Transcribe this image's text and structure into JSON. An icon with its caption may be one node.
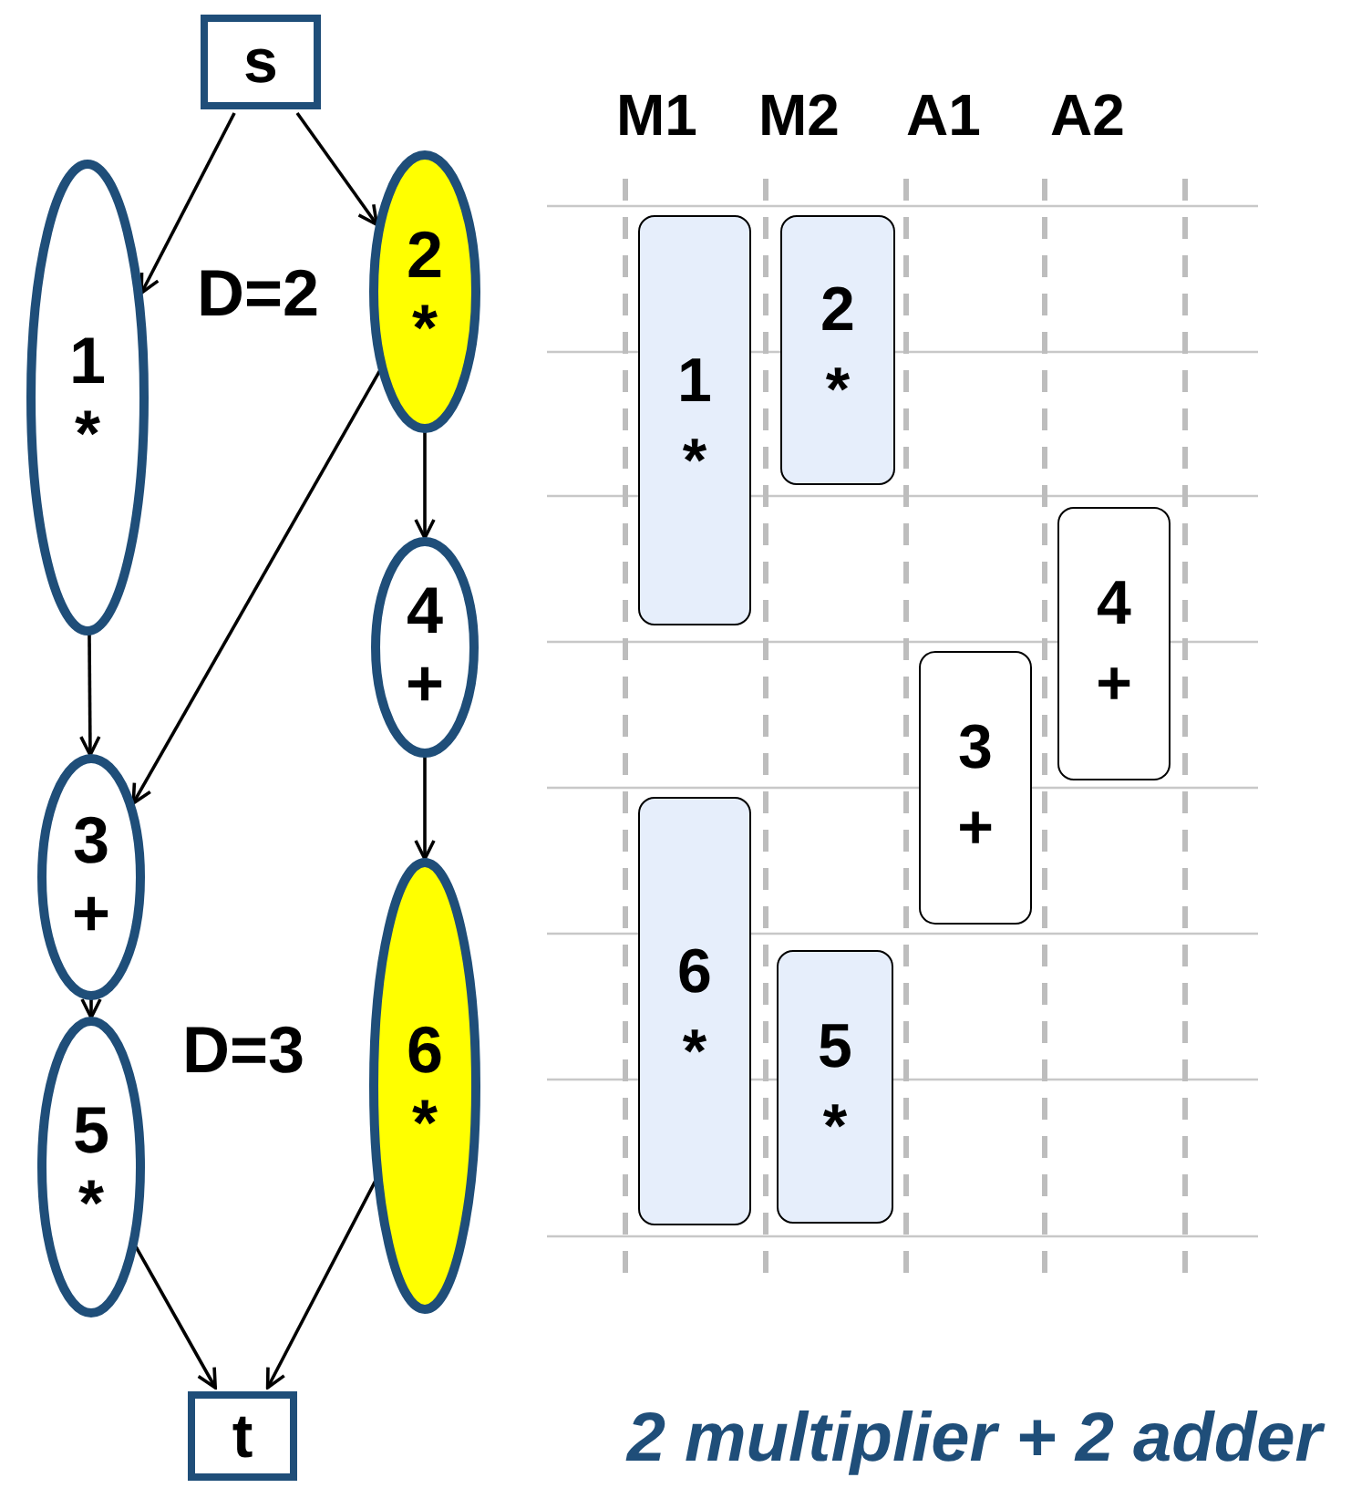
{
  "diagram": {
    "caption": "2 multiplier + 2 adder",
    "nodes": [
      {
        "text": [
          "s"
        ]
      },
      {
        "text": [
          "1",
          "*"
        ]
      },
      {
        "text": [
          "2",
          "*"
        ],
        "beside": [
          "D=2"
        ]
      },
      {
        "text": [
          "4",
          "+"
        ]
      },
      {
        "text": [
          "3",
          "+"
        ]
      },
      {
        "text": [
          "5",
          "*"
        ]
      },
      {
        "text": [
          "6",
          "*"
        ],
        "beside": [
          "D=3"
        ]
      },
      {
        "text": [
          "t"
        ]
      },
      {
        "text": [
          "1",
          "*"
        ]
      },
      {
        "text": [
          "2",
          "*"
        ]
      },
      {
        "text": [
          "4",
          "+"
        ]
      },
      {
        "text": [
          "3",
          "+"
        ]
      },
      {
        "text": [
          "6",
          "*"
        ]
      },
      {
        "text": [
          "5",
          "*"
        ]
      }
    ],
    "edges": [
      {
        "from": 0,
        "to": 1,
        "arrow": "to"
      },
      {
        "from": 0,
        "to": 2,
        "arrow": "to"
      },
      {
        "from": 1,
        "to": 4,
        "arrow": "to"
      },
      {
        "from": 2,
        "to": 4,
        "arrow": "to"
      },
      {
        "from": 2,
        "to": 3,
        "arrow": "to"
      },
      {
        "from": 3,
        "to": 6,
        "arrow": "to"
      },
      {
        "from": 4,
        "to": 5,
        "arrow": "to"
      },
      {
        "from": 5,
        "to": 7,
        "arrow": "to"
      },
      {
        "from": 6,
        "to": 7,
        "arrow": "to"
      }
    ],
    "labels": [
      "M1",
      "M2",
      "A1",
      "A2"
    ]
  }
}
